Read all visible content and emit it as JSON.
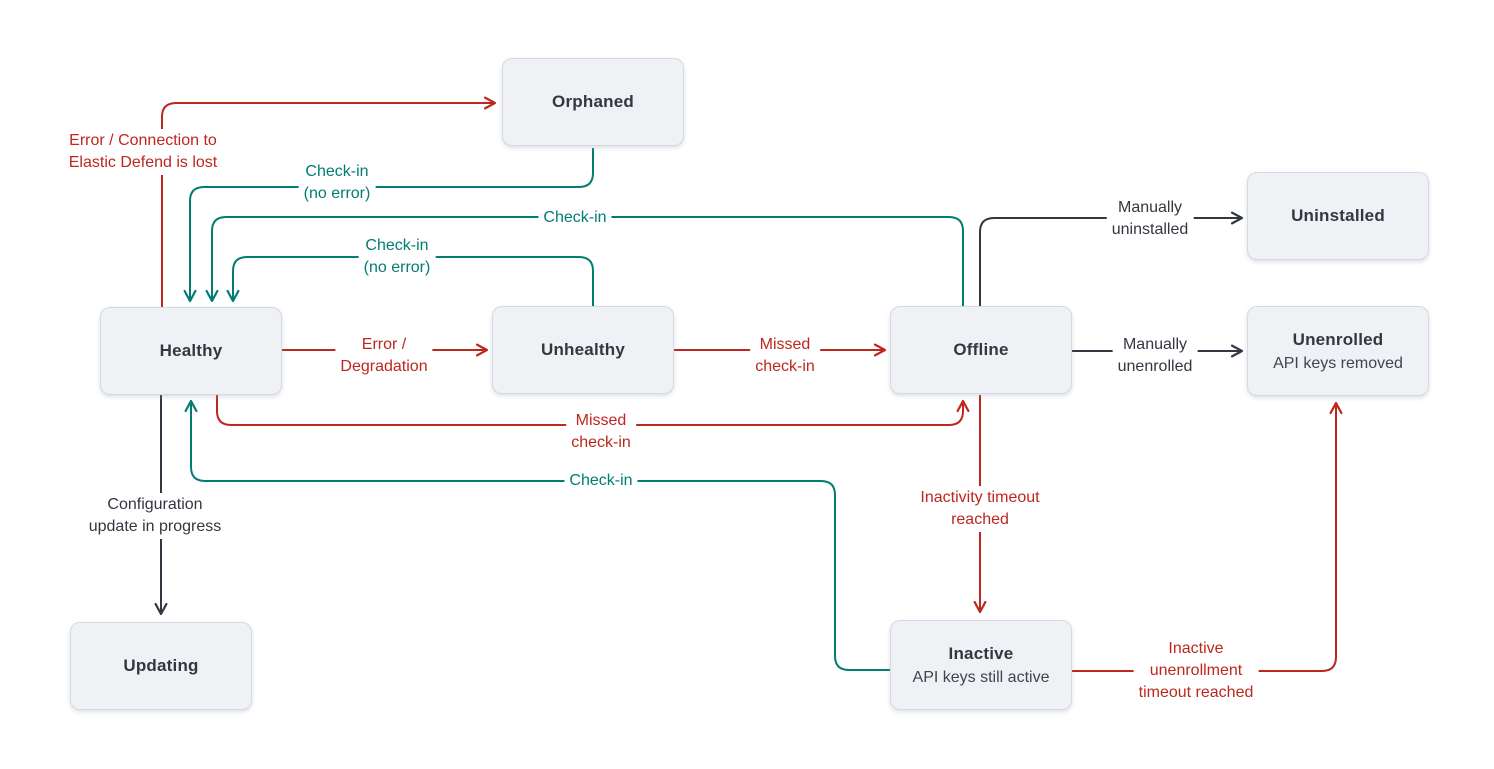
{
  "colors": {
    "error": "#bd271e",
    "success": "#017d73",
    "neutral": "#343741",
    "node_fill": "#f0f1f4",
    "node_border": "#d3dae6",
    "node_text": "#343741",
    "background": "#ffffff"
  },
  "nodes": {
    "orphaned": {
      "label": "Orphaned"
    },
    "uninstalled": {
      "label": "Uninstalled"
    },
    "healthy": {
      "label": "Healthy"
    },
    "unhealthy": {
      "label": "Unhealthy"
    },
    "offline": {
      "label": "Offline"
    },
    "unenrolled": {
      "label": "Unenrolled",
      "sublabel": "API keys removed"
    },
    "updating": {
      "label": "Updating"
    },
    "inactive": {
      "label": "Inactive",
      "sublabel": "API keys still active"
    }
  },
  "edges": {
    "healthy_to_orphaned": {
      "from": "Healthy",
      "to": "Orphaned",
      "color": "error",
      "label_lines": [
        "Error / Connection to",
        "Elastic Defend is lost"
      ]
    },
    "orphaned_to_healthy": {
      "from": "Orphaned",
      "to": "Healthy",
      "color": "success",
      "label_lines": [
        "Check-in",
        "(no error)"
      ]
    },
    "offline_to_healthy": {
      "from": "Offline",
      "to": "Healthy",
      "color": "success",
      "label_lines": [
        "Check-in"
      ]
    },
    "unhealthy_to_healthy": {
      "from": "Unhealthy",
      "to": "Healthy",
      "color": "success",
      "label_lines": [
        "Check-in",
        "(no error)"
      ]
    },
    "healthy_to_unhealthy": {
      "from": "Healthy",
      "to": "Unhealthy",
      "color": "error",
      "label_lines": [
        "Error /",
        "Degradation"
      ]
    },
    "unhealthy_to_offline": {
      "from": "Unhealthy",
      "to": "Offline",
      "color": "error",
      "label_lines": [
        "Missed",
        "check-in"
      ]
    },
    "offline_to_uninstalled": {
      "from": "Offline",
      "to": "Uninstalled",
      "color": "neutral",
      "label_lines": [
        "Manually",
        "uninstalled"
      ]
    },
    "offline_to_unenrolled": {
      "from": "Offline",
      "to": "Unenrolled",
      "color": "neutral",
      "label_lines": [
        "Manually",
        "unenrolled"
      ]
    },
    "healthy_to_offline": {
      "from": "Healthy",
      "to": "Offline",
      "color": "error",
      "label_lines": [
        "Missed",
        "check-in"
      ]
    },
    "inactive_to_healthy": {
      "from": "Inactive",
      "to": "Healthy",
      "color": "success",
      "label_lines": [
        "Check-in"
      ]
    },
    "healthy_to_updating": {
      "from": "Healthy",
      "to": "Updating",
      "color": "neutral",
      "label_lines": [
        "Configuration",
        "update in progress"
      ]
    },
    "offline_to_inactive": {
      "from": "Offline",
      "to": "Inactive",
      "color": "error",
      "label_lines": [
        "Inactivity timeout",
        "reached"
      ]
    },
    "inactive_to_unenrolled": {
      "from": "Inactive",
      "to": "Unenrolled",
      "color": "error",
      "label_lines": [
        "Inactive",
        "unenrollment",
        "timeout reached"
      ]
    }
  }
}
